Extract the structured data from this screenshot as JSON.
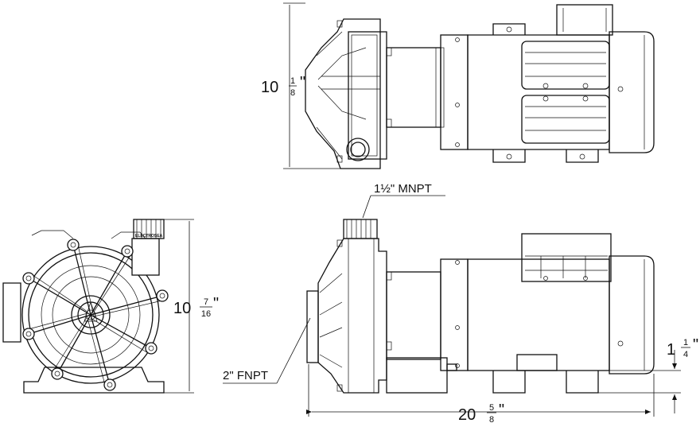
{
  "dimensions": {
    "height_top": {
      "whole": "10",
      "num": "1",
      "den": "8",
      "unit": "\""
    },
    "height_side": {
      "whole": "10",
      "num": "7",
      "den": "16",
      "unit": "\""
    },
    "base_offset": {
      "whole": "1",
      "num": "1",
      "den": "4",
      "unit": "\""
    },
    "overall_length": {
      "whole": "20",
      "num": "5",
      "den": "8",
      "unit": "\""
    }
  },
  "callouts": {
    "discharge": "1½\" MNPT",
    "inlet": "2\" FNPT"
  },
  "brand_mark": "ELECTROSEA",
  "colors": {
    "line": "#111111",
    "background": "#ffffff"
  }
}
